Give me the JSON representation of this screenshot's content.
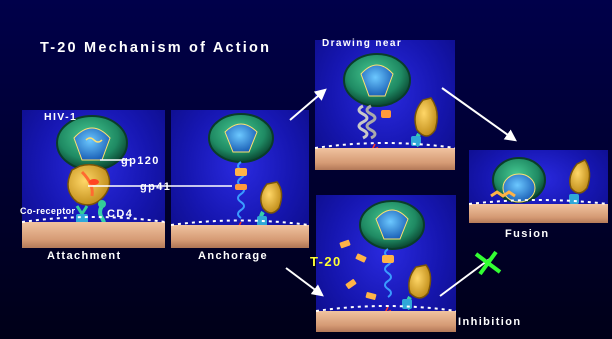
{
  "title": "T-20 Mechanism of Action",
  "stages": {
    "attachment": "Attachment",
    "anchorage": "Anchorage",
    "drawing_near": "Drawing near",
    "fusion": "Fusion",
    "inhibition": "Inhibition"
  },
  "labels": {
    "hiv": "HIV-1",
    "gp120": "gp120",
    "gp41": "gp41",
    "coreceptor": "Co-receptor",
    "cd4": "CD4",
    "t20": "T-20"
  },
  "colors": {
    "background": "#000033",
    "panel": "#1a1ac0",
    "virus_shell": "#1f8a63",
    "t20_label": "#ffff33",
    "inhibit_x": "#33ff33",
    "cell_membrane": "#d59a74"
  },
  "icons": [
    "hiv-virus-icon",
    "gp120-icon",
    "gp41-coil-icon",
    "cd4-receptor-icon",
    "coreceptor-icon",
    "t20-peptide-icon",
    "inhibition-x-icon"
  ]
}
